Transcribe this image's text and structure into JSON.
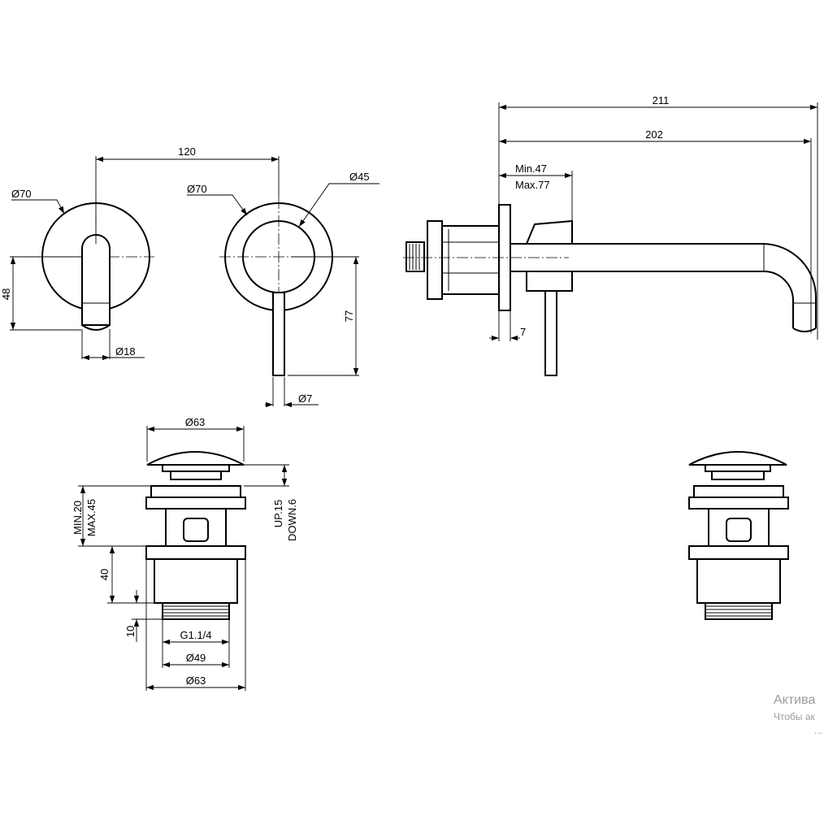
{
  "diagram": {
    "front_views": {
      "left_plate_diameter": "Ø70",
      "right_plate_diameter": "Ø70",
      "knob_diameter": "Ø45",
      "lever_diameter": "Ø18",
      "handle_diameter": "Ø7",
      "center_distance": "120",
      "height_48": "48",
      "height_77": "77"
    },
    "side_view": {
      "total_length": "211",
      "spout_length": "202",
      "projection_min": "Min.47",
      "projection_max": "Max.77",
      "plate_thickness": "7"
    },
    "drain": {
      "cap_diameter": "Ø63",
      "stroke_up": "UP.15",
      "stroke_down": "DOWN.6",
      "height_min": "MIN.20",
      "height_max": "MAX.45",
      "body_height": "40",
      "thread_height": "10",
      "thread_size": "G1.1/4",
      "thread_diameter": "Ø49",
      "base_diameter": "Ø63"
    }
  },
  "watermark": {
    "line1": "Актива",
    "line2": "Чтобы ак",
    "line3": "..."
  }
}
